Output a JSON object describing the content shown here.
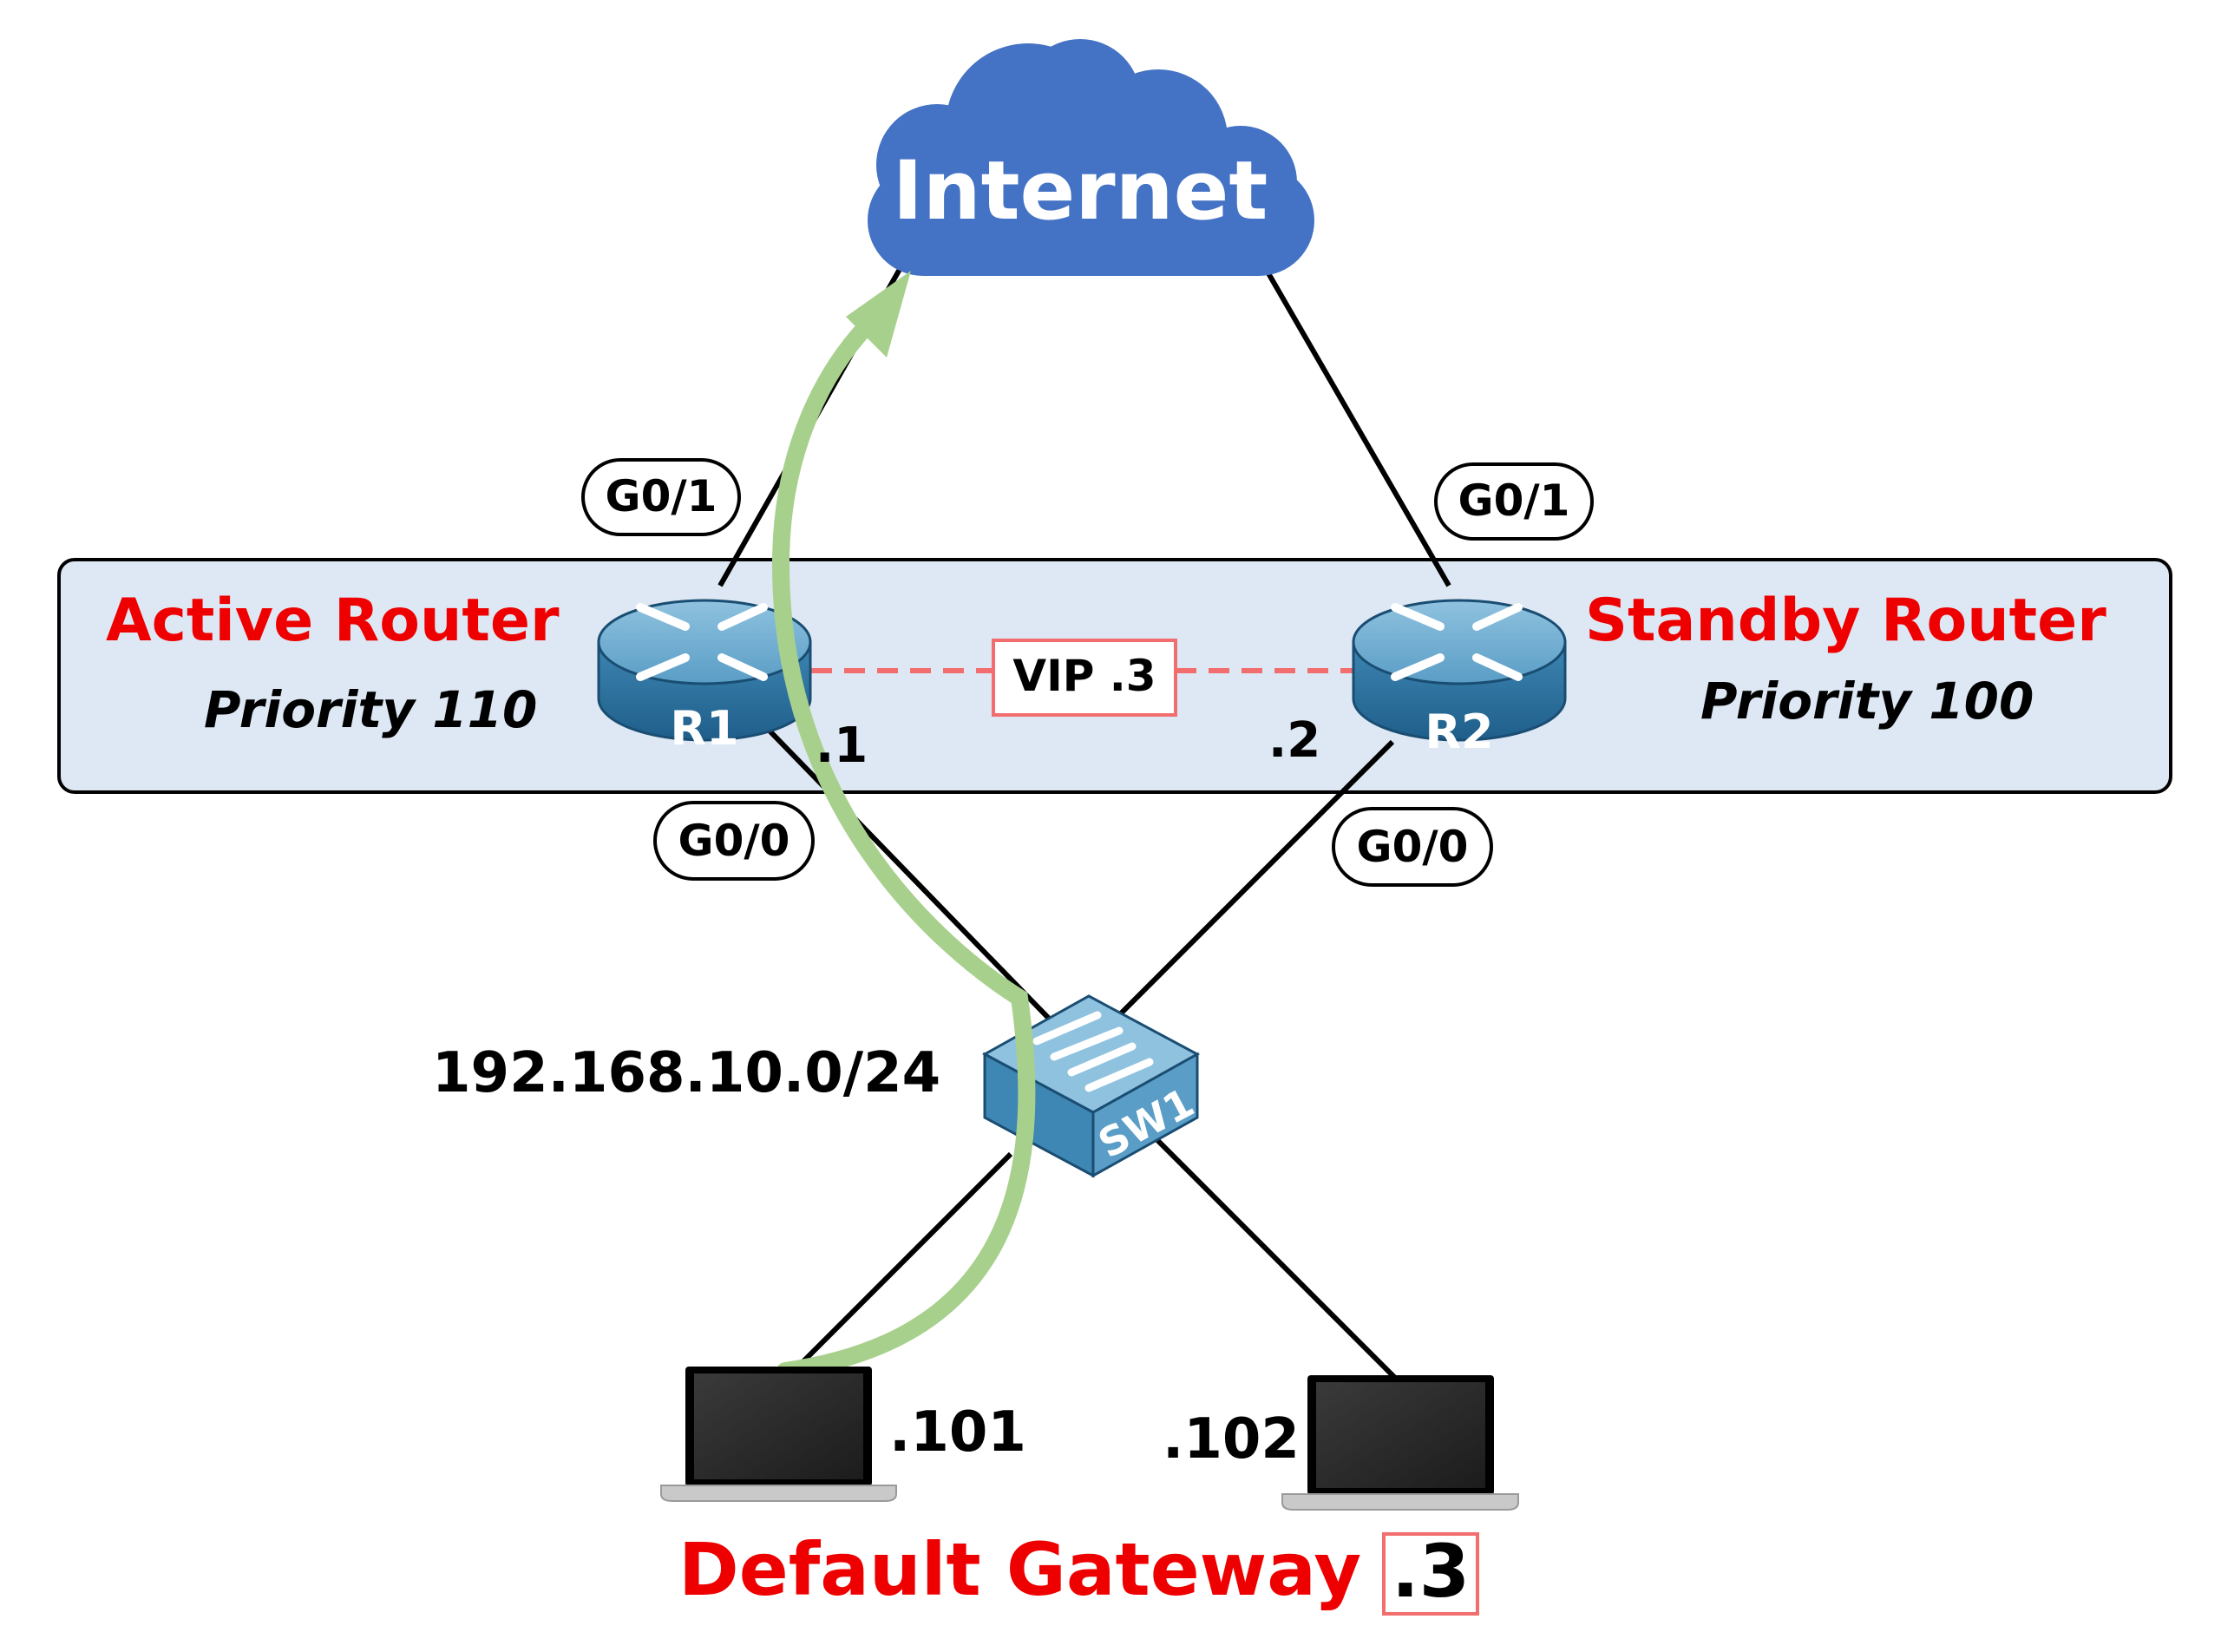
{
  "cloud": {
    "label": "Internet"
  },
  "routers": {
    "r1": {
      "name": "R1",
      "role": "Active Router",
      "priority": "Priority 110",
      "host": ".1",
      "uplink": "G0/1",
      "downlink": "G0/0"
    },
    "r2": {
      "name": "R2",
      "role": "Standby Router",
      "priority": "Priority 100",
      "host": ".2",
      "uplink": "G0/1",
      "downlink": "G0/0"
    }
  },
  "vip": {
    "label": "VIP .3"
  },
  "switch": {
    "name": "SW1"
  },
  "subnet": {
    "label": "192.168.10.0/24"
  },
  "hosts": {
    "pc1": {
      "addr": ".101"
    },
    "pc2": {
      "addr": ".102"
    }
  },
  "footer": {
    "gateway_label": "Default Gateway :",
    "gateway_value": ".3"
  },
  "colors": {
    "cloud": "#4472C4",
    "router_box_fill": "#DDE8F4",
    "emphasis_red": "#EE0000",
    "traffic_path": "#A8D08D",
    "vip_line": "#F26D6D",
    "device_blue": "#4A8DB5"
  }
}
